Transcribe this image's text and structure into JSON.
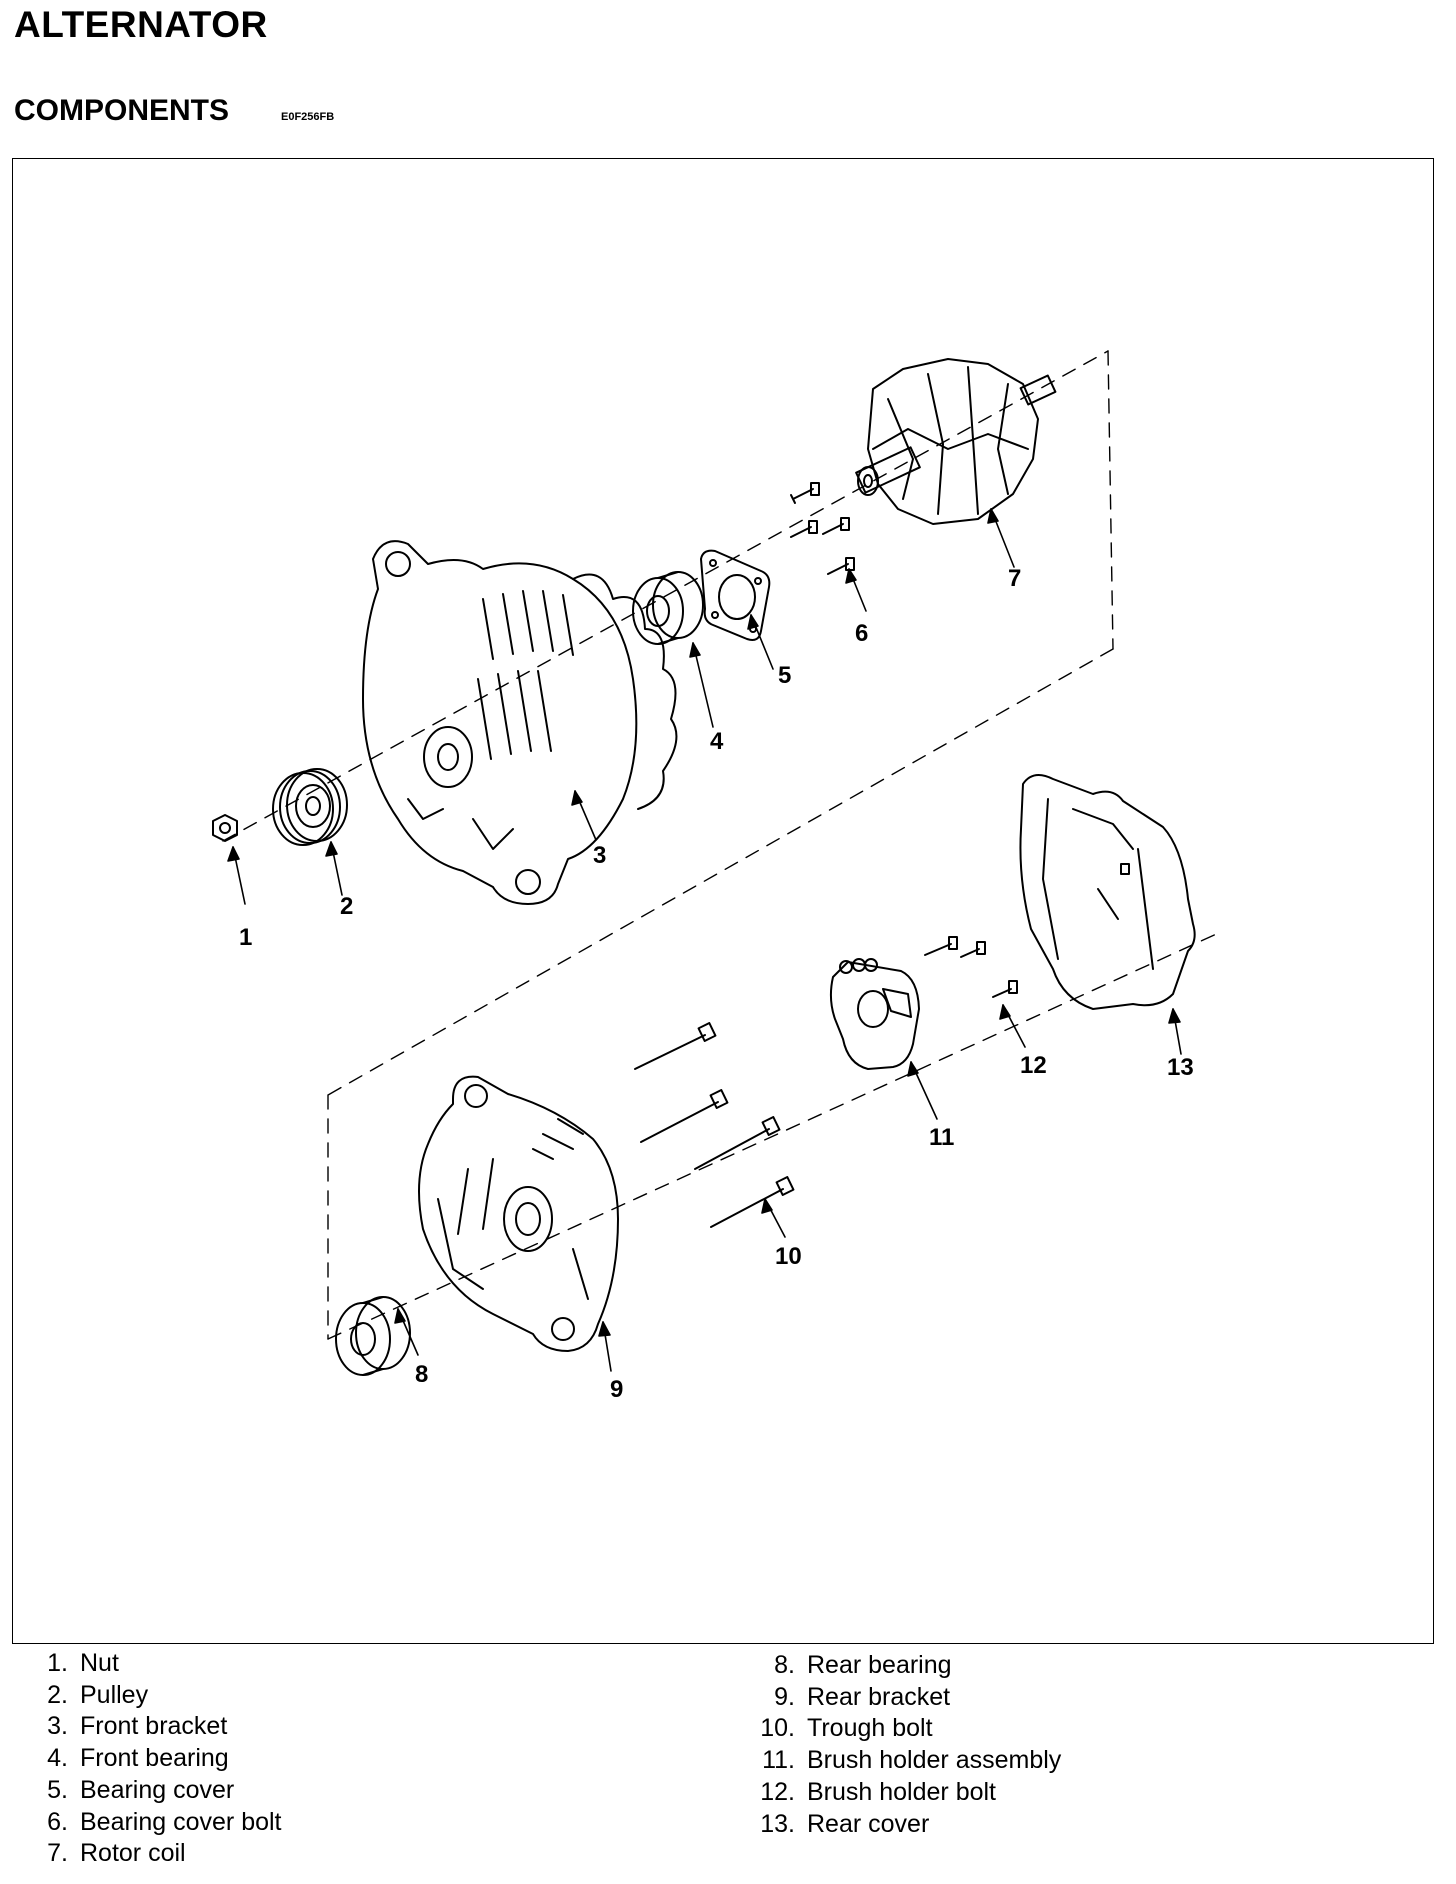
{
  "header": {
    "title": "ALTERNATOR",
    "section": "COMPONENTS",
    "code": "E0F256FB"
  },
  "callouts": [
    "1",
    "2",
    "3",
    "4",
    "5",
    "6",
    "7",
    "8",
    "9",
    "10",
    "11",
    "12",
    "13"
  ],
  "legend": {
    "left": [
      {
        "num": "1.",
        "label": "Nut"
      },
      {
        "num": "2.",
        "label": "Pulley"
      },
      {
        "num": "3.",
        "label": "Front bracket"
      },
      {
        "num": "4.",
        "label": "Front bearing"
      },
      {
        "num": "5.",
        "label": "Bearing cover"
      },
      {
        "num": "6.",
        "label": "Bearing cover bolt"
      },
      {
        "num": "7.",
        "label": "Rotor coil"
      }
    ],
    "right": [
      {
        "num": "8.",
        "label": "Rear bearing"
      },
      {
        "num": "9.",
        "label": "Rear bracket"
      },
      {
        "num": "10.",
        "label": "Trough bolt"
      },
      {
        "num": "11.",
        "label": "Brush holder assembly"
      },
      {
        "num": "12.",
        "label": "Brush holder bolt"
      },
      {
        "num": "13.",
        "label": "Rear cover"
      }
    ]
  }
}
